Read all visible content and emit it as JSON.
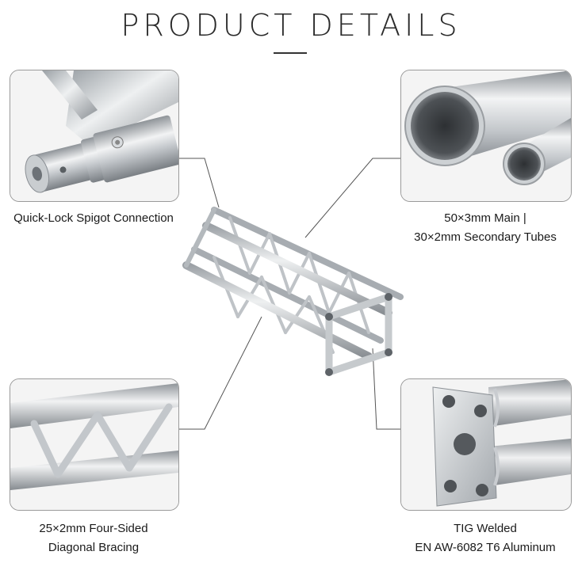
{
  "page": {
    "title": "PRODUCT DETAILS"
  },
  "features": {
    "spigot": {
      "caption": "Quick-Lock Spigot Connection"
    },
    "tubes": {
      "caption_line1": "50×3mm Main |",
      "caption_line2": "30×2mm Secondary Tubes"
    },
    "bracing": {
      "caption_line1": "25×2mm Four-Sided",
      "caption_line2": "Diagonal Bracing"
    },
    "welded": {
      "caption_line1": "TIG Welded",
      "caption_line2": "EN AW-6082 T6 Aluminum"
    }
  },
  "colors": {
    "panel_border": "#9a9a9a",
    "metal_light": "#e6e8ea",
    "metal_mid": "#b8bcc0",
    "metal_dark": "#7d8287",
    "leader_line": "#555555"
  }
}
